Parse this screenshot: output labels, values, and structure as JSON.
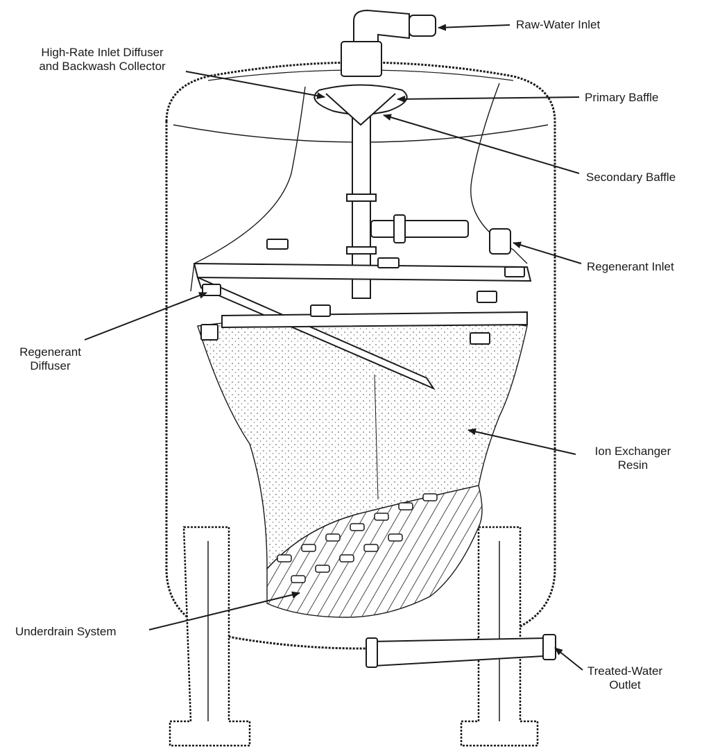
{
  "labels": {
    "raw_water_inlet": "Raw-Water Inlet",
    "high_rate_line1": "High-Rate Inlet Diffuser",
    "high_rate_line2": "and Backwash Collector",
    "primary_baffle": "Primary Baffle",
    "secondary_baffle": "Secondary Baffle",
    "regenerant_inlet": "Regenerant Inlet",
    "regenerant_diffuser_line1": "Regenerant",
    "regenerant_diffuser_line2": "Diffuser",
    "resin_line1": "Ion Exchanger",
    "resin_line2": "Resin",
    "underdrain_system": "Underdrain System",
    "outlet_line1": "Treated-Water",
    "outlet_line2": "Outlet"
  },
  "colors": {
    "line": "#1a1a1a",
    "stipple": "#6a6a6a",
    "background": "#ffffff"
  }
}
